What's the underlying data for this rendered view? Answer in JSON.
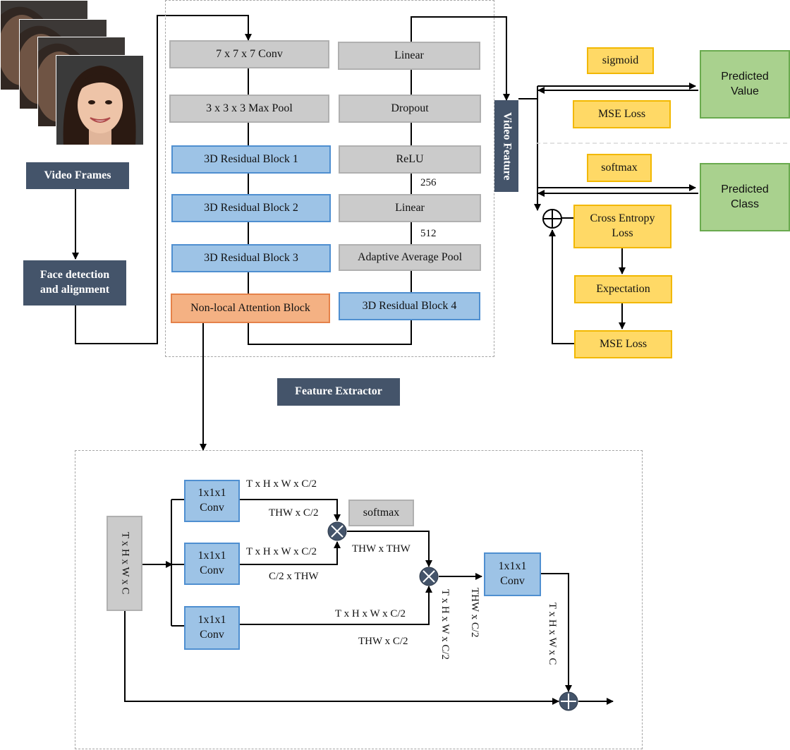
{
  "input": {
    "video_frames": "Video Frames",
    "face_detection": "Face detection and alignment"
  },
  "extractor": {
    "title": "Feature Extractor",
    "left_column": [
      "7 x 7 x 7 Conv",
      "3 x 3 x 3 Max Pool",
      "3D Residual Block 1",
      "3D Residual Block 2",
      "3D Residual Block 3",
      "Non-local Attention Block"
    ],
    "right_column": [
      "Linear",
      "Dropout",
      "ReLU",
      "Linear",
      "Adaptive Average Pool",
      "3D Residual Block 4"
    ],
    "dim_256": "256",
    "dim_512": "512"
  },
  "video_feature": "Video Feature",
  "heads": {
    "sigmoid": "sigmoid",
    "mse_loss_top": "MSE Loss",
    "predicted_value": "Predicted Value",
    "softmax": "softmax",
    "predicted_class": "Predicted Class",
    "cross_entropy": "Cross Entropy Loss",
    "expectation": "Expectation",
    "mse_loss_bottom": "MSE Loss"
  },
  "nonlocal": {
    "input_dims": "T x H x W x C",
    "conv_label": "1x1x1 Conv",
    "softmax": "softmax",
    "dim_top_a": "T x H x W x C/2",
    "dim_top_b": "THW x C/2",
    "dim_mid_a": "T x H x W x C/2",
    "dim_mid_b": "C/2 x THW",
    "dim_thw": "THW x THW",
    "dim_bot_a": "T x H x W x C/2",
    "dim_bot_b": "THW x C/2",
    "dim_vert_a": "T x H x W x C/2",
    "dim_vert_b": "THW x C/2",
    "dim_vert_out": "T x H x W x C"
  },
  "colors": {
    "navy": "#44546a",
    "gray": "#cbcbcb",
    "blue": "#9dc3e6",
    "orange": "#f4b183",
    "yellow": "#ffd966",
    "green": "#a9d18e"
  }
}
